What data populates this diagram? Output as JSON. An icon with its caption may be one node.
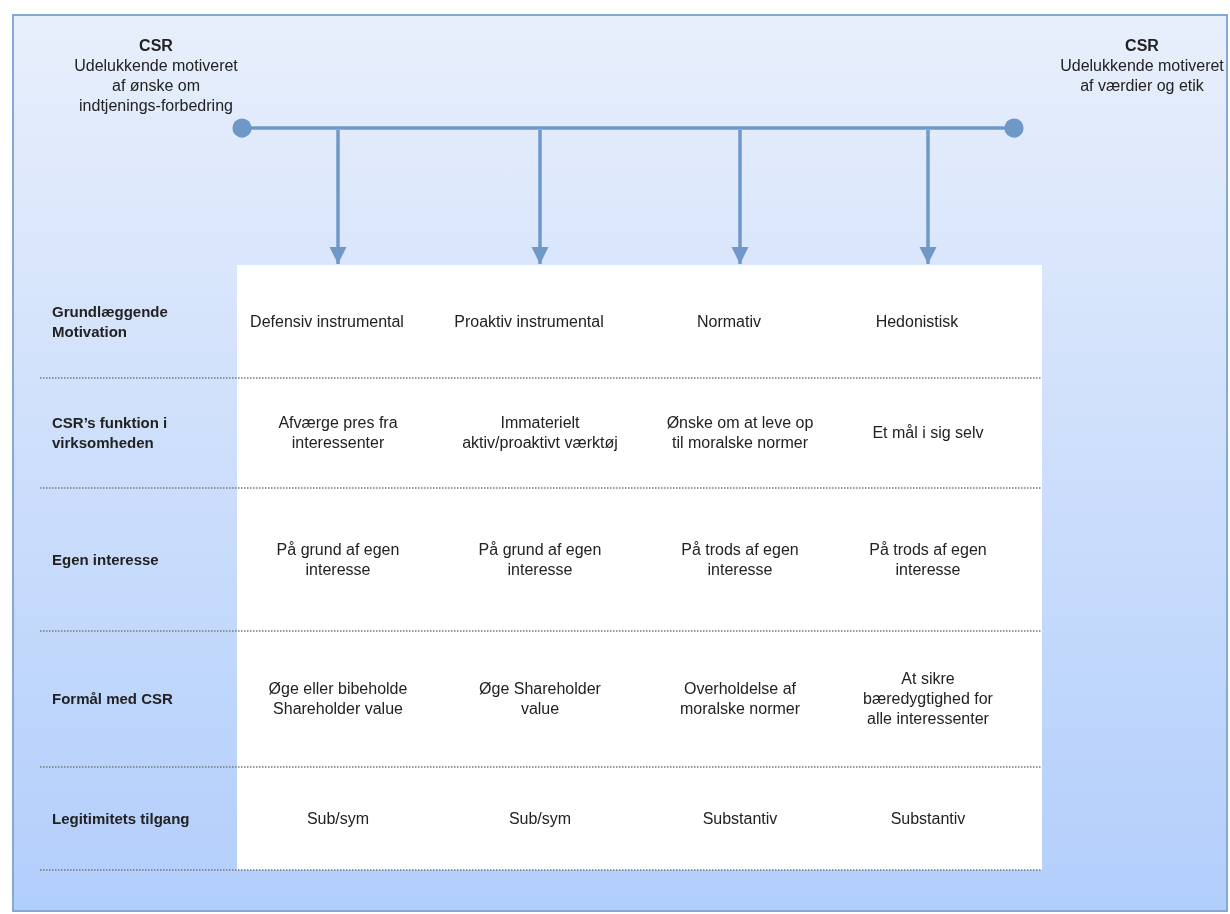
{
  "diagram": {
    "nodes": [
      {
        "text": [
          "CSR",
          "Udelukkende motiveret af ønske om indtjenings-forbedring"
        ]
      },
      {
        "text": [
          "CSR",
          "Udelukkende motiveret af værdier og etik"
        ]
      },
      {
        "text": [
          "Defensiv instrumental"
        ]
      },
      {
        "text": [
          "Proaktiv instrumental"
        ]
      },
      {
        "text": [
          "Normativ"
        ]
      },
      {
        "text": [
          "Hedonistisk"
        ]
      }
    ],
    "edges": [
      {
        "from": 0,
        "to": 1,
        "arrow": "other"
      },
      {
        "from": null,
        "to": 2,
        "arrow": "to"
      },
      {
        "from": null,
        "to": 3,
        "arrow": "to"
      },
      {
        "from": null,
        "to": 4,
        "arrow": "to"
      },
      {
        "from": null,
        "to": 5,
        "arrow": "to"
      }
    ],
    "labels": [
      "Grundlæggende Motivation",
      "CSR’s funktion i virksomheden",
      "Afværge pres fra interessenter",
      "Immaterielt aktiv/proaktivt værktøj",
      "Ønske om at leve op til moralske normer",
      "Et mål i sig selv",
      "Egen interesse",
      "På grund af egen interesse",
      "På grund af egen interesse",
      "På trods af egen interesse",
      "På trods af egen interesse",
      "Formål med CSR",
      "Øge eller bibeholde Shareholder value",
      "Øge Shareholder value",
      "Overholdelse af moralske normer",
      "At sikre bæredygtighed for alle interessenter",
      "Legitimitets tilgang",
      "Sub/sym",
      "Sub/sym",
      "Substantiv",
      "Substantiv"
    ]
  }
}
